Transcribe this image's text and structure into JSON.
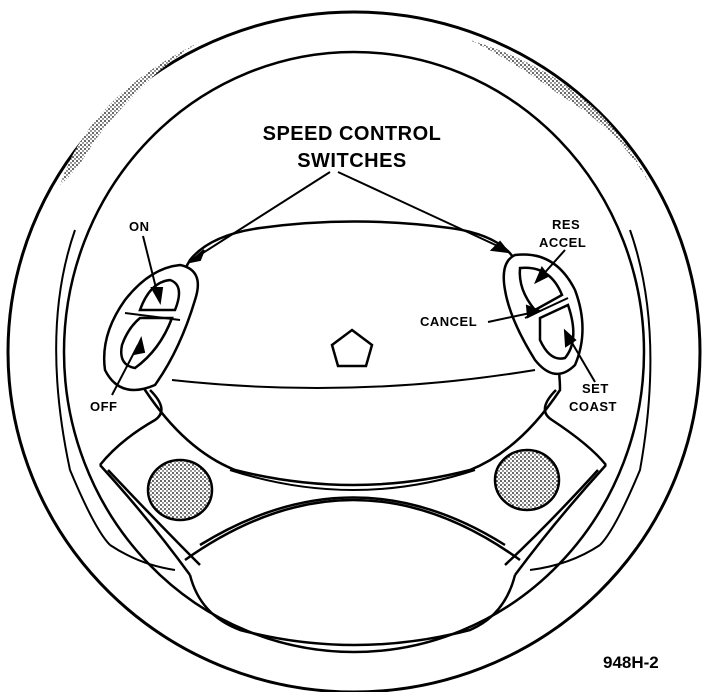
{
  "diagram": {
    "title_line1": "SPEED CONTROL",
    "title_line2": "SWITCHES",
    "labels": {
      "on": "ON",
      "off": "OFF",
      "res": "RES",
      "accel": "ACCEL",
      "cancel": "CANCEL",
      "set": "SET",
      "coast": "COAST"
    },
    "figure_id": "948H-2"
  },
  "colors": {
    "ink": "#000000",
    "paper": "#ffffff"
  }
}
